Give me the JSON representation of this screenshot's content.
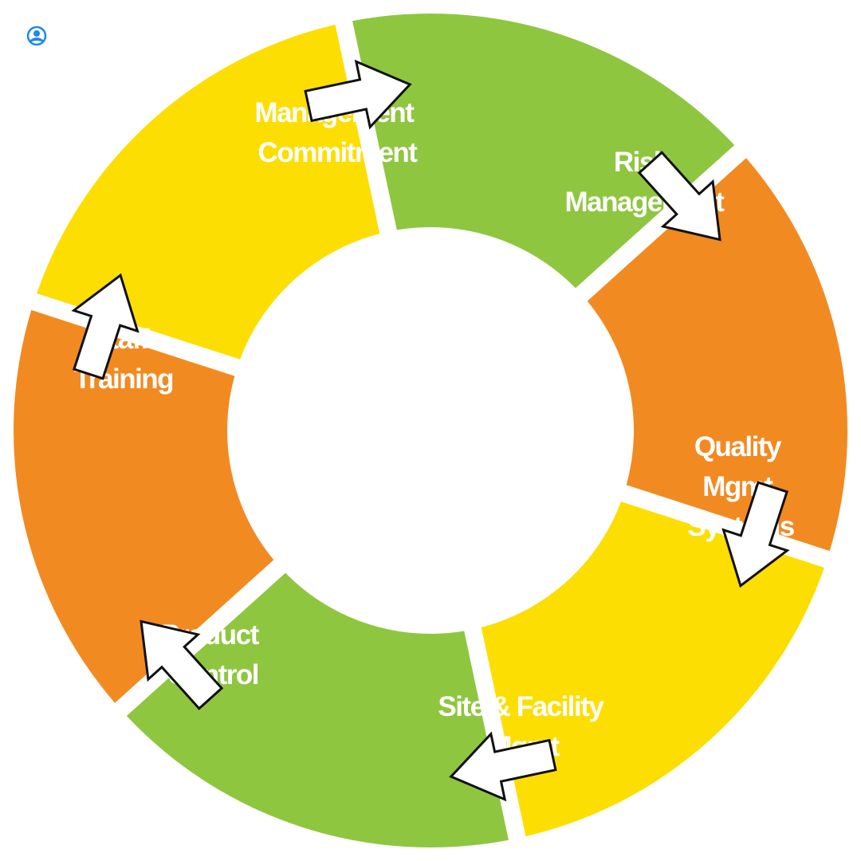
{
  "colors": {
    "yellow": "#FDDE02",
    "green": "#8FC640",
    "orange": "#F28A22",
    "label_text": "#FFFFFF",
    "arrow_fill": "#FFFFFF",
    "arrow_stroke": "#111111",
    "logo": "#1E88E5"
  },
  "logo": {
    "icon": "brand-logo-icon"
  },
  "segments": [
    {
      "id": "management-commitment",
      "color": "yellow",
      "lines": [
        "Management",
        "Commitment"
      ]
    },
    {
      "id": "risk-management",
      "color": "green",
      "lines": [
        "Risk",
        "Management"
      ]
    },
    {
      "id": "quality-mgmt-systems",
      "color": "orange",
      "lines": [
        "Quality",
        "Mgmt",
        "Systems"
      ]
    },
    {
      "id": "site-facility-mgmt",
      "color": "yellow",
      "lines": [
        "Site & Facility",
        "Mgmt"
      ]
    },
    {
      "id": "product-control",
      "color": "green",
      "lines": [
        "Product",
        "Control"
      ]
    },
    {
      "id": "staff-training",
      "color": "orange",
      "lines": [
        "Staff",
        "Training"
      ]
    }
  ],
  "flow": {
    "direction": "clockwise",
    "arrow_icon": "block-arrow-icon"
  }
}
